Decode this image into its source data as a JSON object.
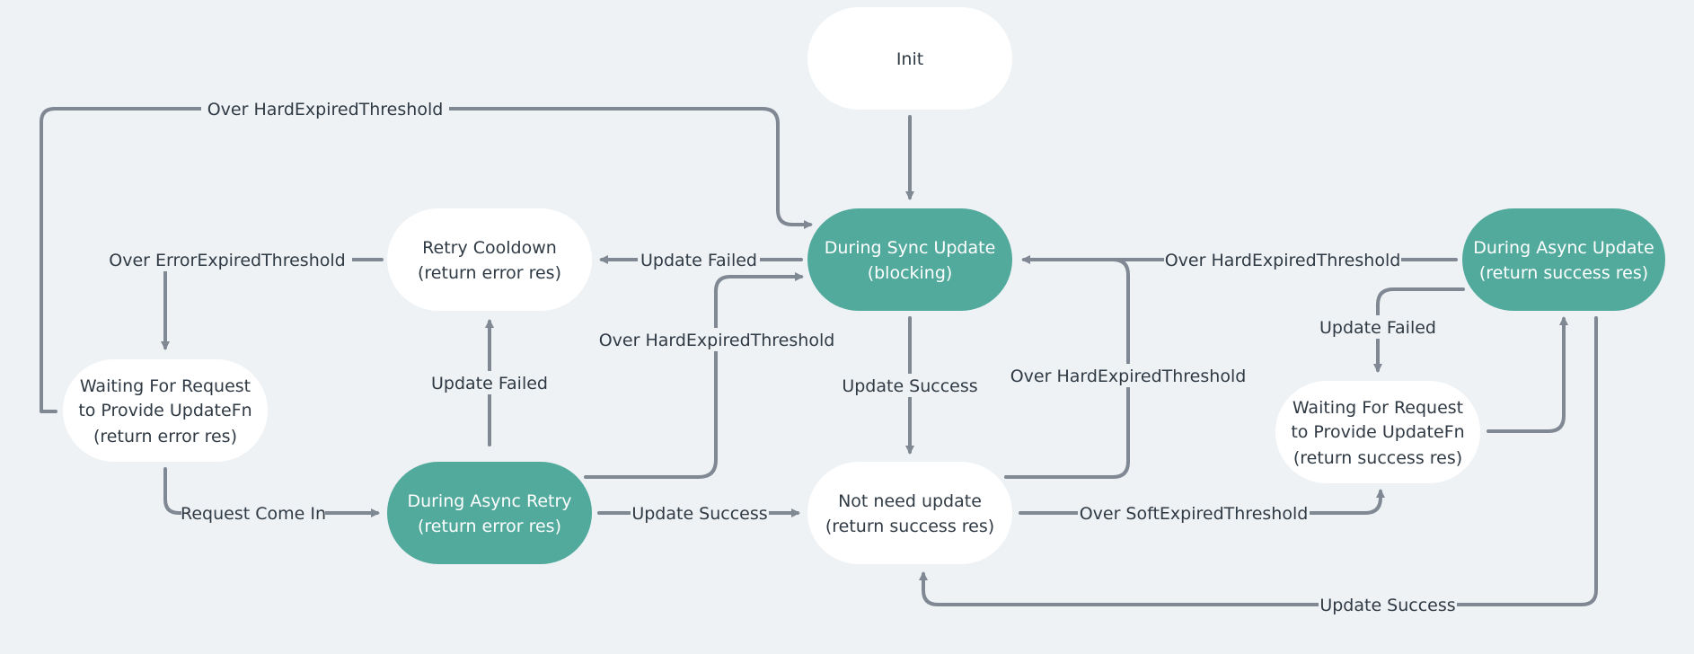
{
  "nodes": {
    "init": {
      "lines": [
        "Init"
      ]
    },
    "during_sync_update": {
      "lines": [
        "During Sync Update",
        "(blocking)"
      ]
    },
    "retry_cooldown": {
      "lines": [
        "Retry Cooldown",
        "(return error res)"
      ]
    },
    "during_async_update": {
      "lines": [
        "During Async Update",
        "(return success res)"
      ]
    },
    "waiting_left": {
      "lines": [
        "Waiting For Request",
        "to Provide UpdateFn",
        "(return error res)"
      ]
    },
    "during_async_retry": {
      "lines": [
        "During Async Retry",
        "(return error res)"
      ]
    },
    "not_need_update": {
      "lines": [
        "Not need update",
        "(return success res)"
      ]
    },
    "waiting_right": {
      "lines": [
        "Waiting For Request",
        "to Provide UpdateFn",
        "(return success res)"
      ]
    }
  },
  "edges": {
    "top_hard_expired": "Over HardExpiredThreshold",
    "error_expired": "Over ErrorExpiredThreshold",
    "sync_update_failed": "Update Failed",
    "async_hard_expired": "Over HardExpiredThreshold",
    "async_update_failed": "Update Failed",
    "retry_hard_expired": "Over HardExpiredThreshold",
    "sync_update_success": "Update Success",
    "notneed_hard_expired": "Over HardExpiredThreshold",
    "retry_update_failed": "Update Failed",
    "request_come_in": "Request Come In",
    "retry_update_success": "Update Success",
    "soft_expired": "Over SoftExpiredThreshold",
    "async_update_success": "Update Success"
  },
  "colors": {
    "background": "#eef2f5",
    "node_white": "#ffffff",
    "node_teal": "#52aa9d",
    "edge": "#7f8893",
    "text_dark": "#2f3a44",
    "text_light": "#ffffff"
  }
}
